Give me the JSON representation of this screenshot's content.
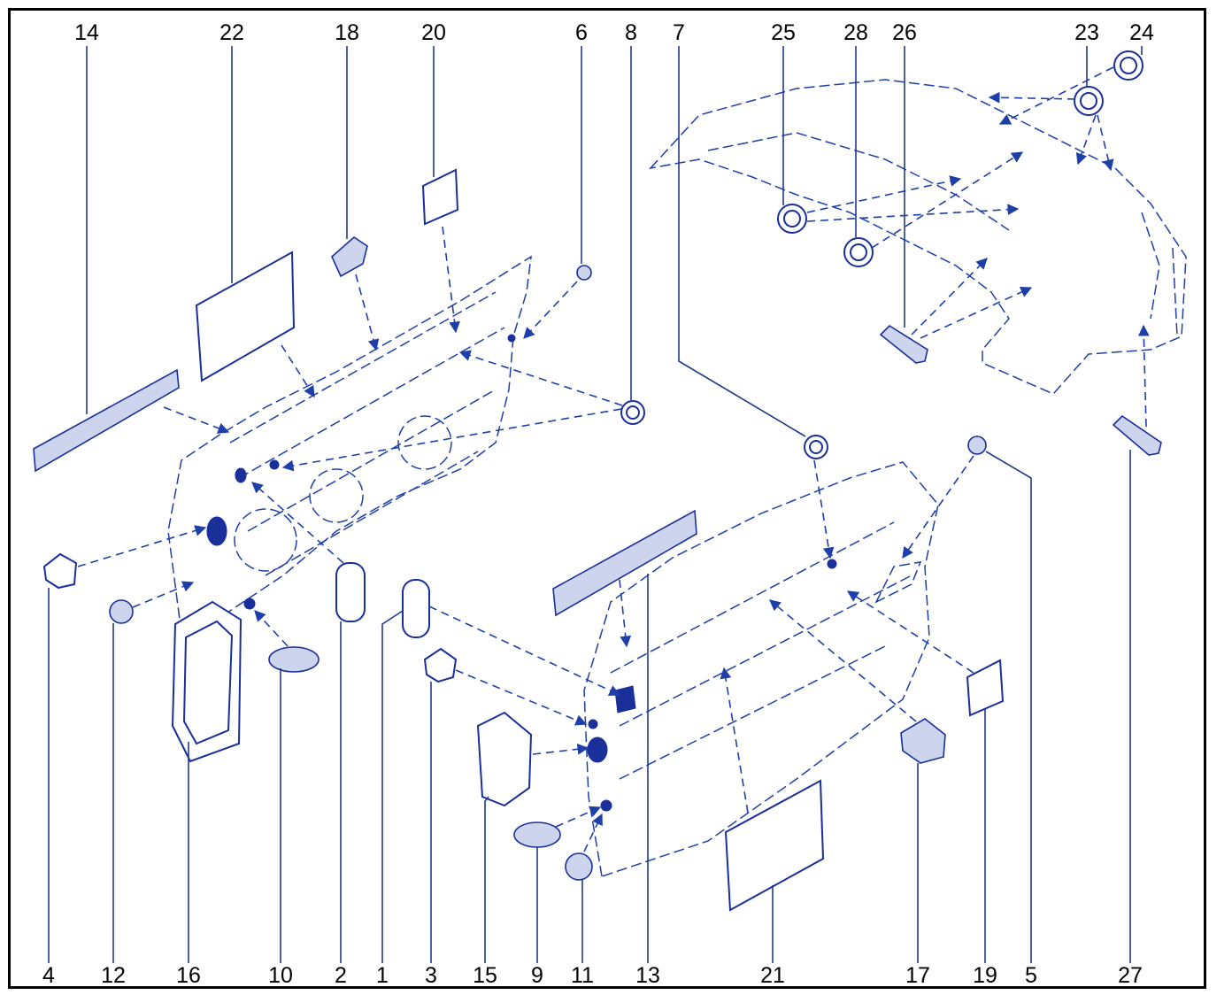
{
  "callouts": {
    "top": [
      "14",
      "22",
      "18",
      "20",
      "6",
      "8",
      "7",
      "25",
      "28",
      "26",
      "23",
      "24"
    ],
    "bottom": [
      "4",
      "12",
      "16",
      "10",
      "2",
      "1",
      "3",
      "15",
      "9",
      "11",
      "13",
      "21",
      "17",
      "19",
      "5",
      "27"
    ]
  },
  "colors": {
    "line": "#1f3fa8",
    "frame": "#000000",
    "text": "#000000"
  }
}
